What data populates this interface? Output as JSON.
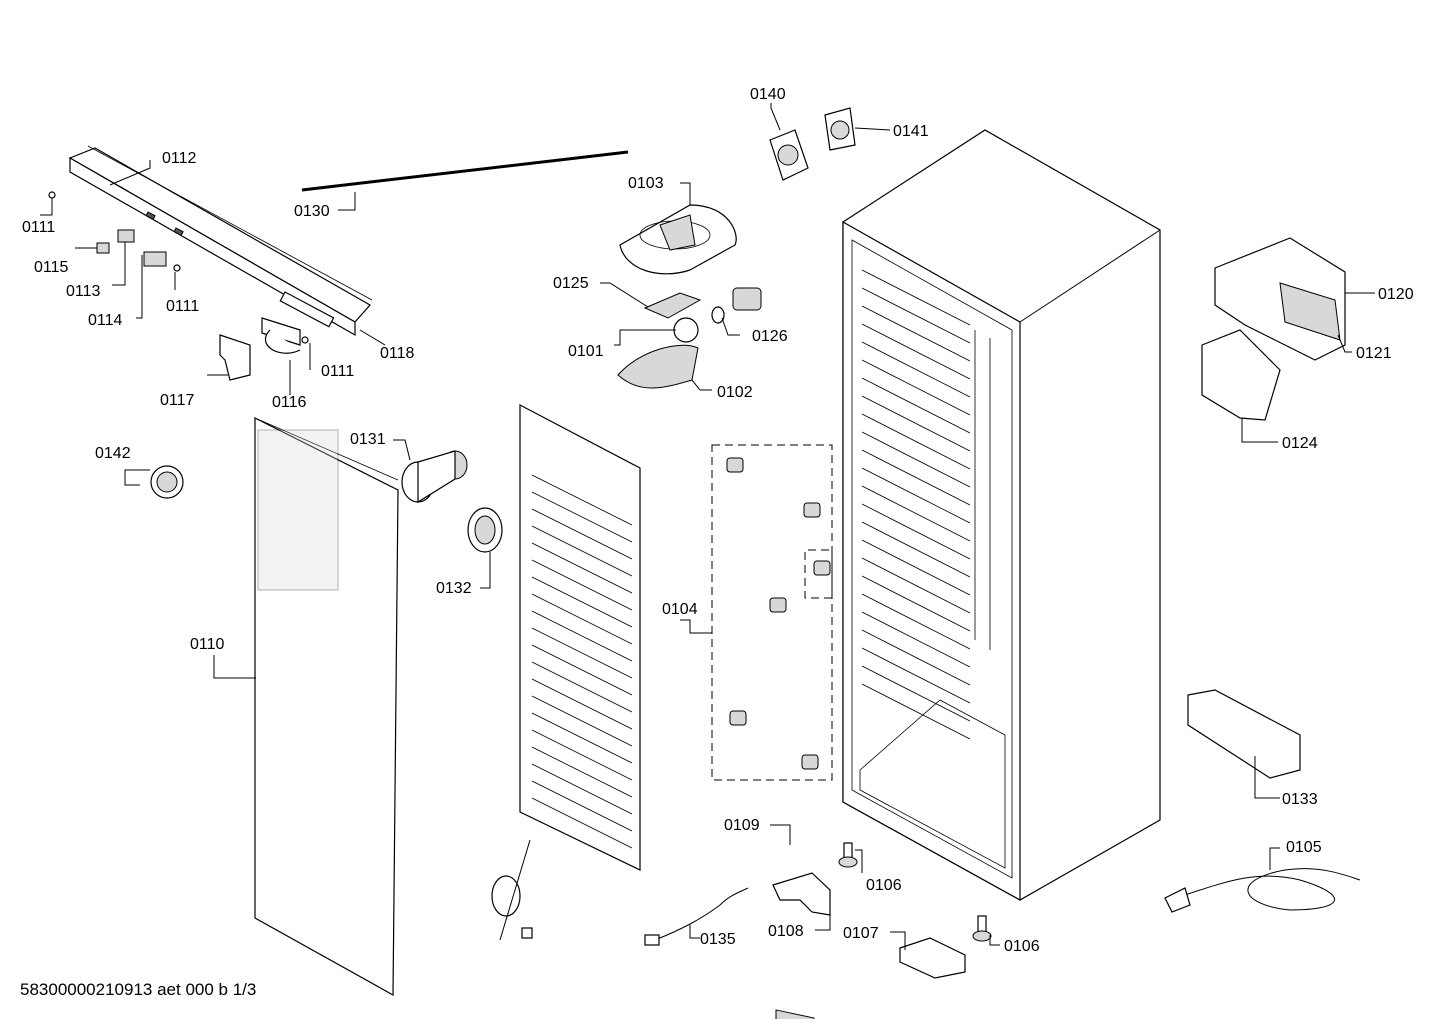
{
  "labels": {
    "p0101": "0101",
    "p0102": "0102",
    "p0103": "0103",
    "p0104": "0104",
    "p0105": "0105",
    "p0106a": "0106",
    "p0106b": "0106",
    "p0107": "0107",
    "p0108": "0108",
    "p0109": "0109",
    "p0110": "0110",
    "p0111a": "0111",
    "p0111b": "0111",
    "p0111c": "0111",
    "p0112": "0112",
    "p0113": "0113",
    "p0114": "0114",
    "p0115": "0115",
    "p0116": "0116",
    "p0117": "0117",
    "p0118": "0118",
    "p0120": "0120",
    "p0121": "0121",
    "p0124": "0124",
    "p0125": "0125",
    "p0126": "0126",
    "p0130": "0130",
    "p0131": "0131",
    "p0132": "0132",
    "p0133": "0133",
    "p0135": "0135",
    "p0140": "0140",
    "p0141": "0141",
    "p0142": "0142"
  },
  "footer": "58300000210913 aet 000 b 1/3"
}
